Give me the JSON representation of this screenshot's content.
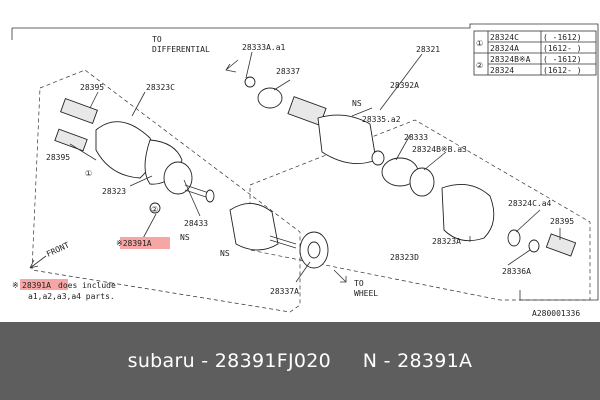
{
  "diagram": {
    "dir_differential_1": "TO",
    "dir_differential_2": "DIFFERENTIAL",
    "dir_wheel_1": "TO",
    "dir_wheel_2": "WHEEL",
    "front_label": "FRONT",
    "ref_code": "A280001336",
    "note_line1_part": "28391A",
    "note_line1_rest": " does include",
    "note_line2": "a1,a2,a3,a4 parts.",
    "note_asterisk": "※",
    "callout_main": "※28391A",
    "ns_labels": [
      "NS",
      "NS",
      "NS"
    ],
    "part_numbers": {
      "p28333": "28333A.a1",
      "p28321": "28321",
      "p28337": "28337",
      "p28392": "28392A",
      "p28395a": "28395",
      "p28323c": "28323C",
      "p28335": "28335.a2",
      "p28333b": "28333",
      "p28324b": "28324B※B.a3",
      "p28395b": "28395",
      "p28323": "28323",
      "p28433": "28433",
      "p28324c": "28324C.a4",
      "p28395c": "28395",
      "p28323a": "28323A",
      "p28323d": "28323D",
      "p28336": "28336A",
      "p28337a": "28337A"
    },
    "circle_labels": {
      "one": "①",
      "two": "②"
    },
    "legend": {
      "rows": [
        {
          "marker": "①",
          "part": "28324C",
          "range": "( -1612)"
        },
        {
          "marker": "",
          "part": "28324A",
          "range": "(1612- )"
        },
        {
          "marker": "②",
          "part": "28324B※A",
          "range": "( -1612)"
        },
        {
          "marker": "",
          "part": "28324",
          "range": "(1612- )"
        }
      ]
    }
  },
  "footer": {
    "brand": "subaru",
    "part_number": "28391FJ020",
    "alt_part": "N - 28391A"
  }
}
